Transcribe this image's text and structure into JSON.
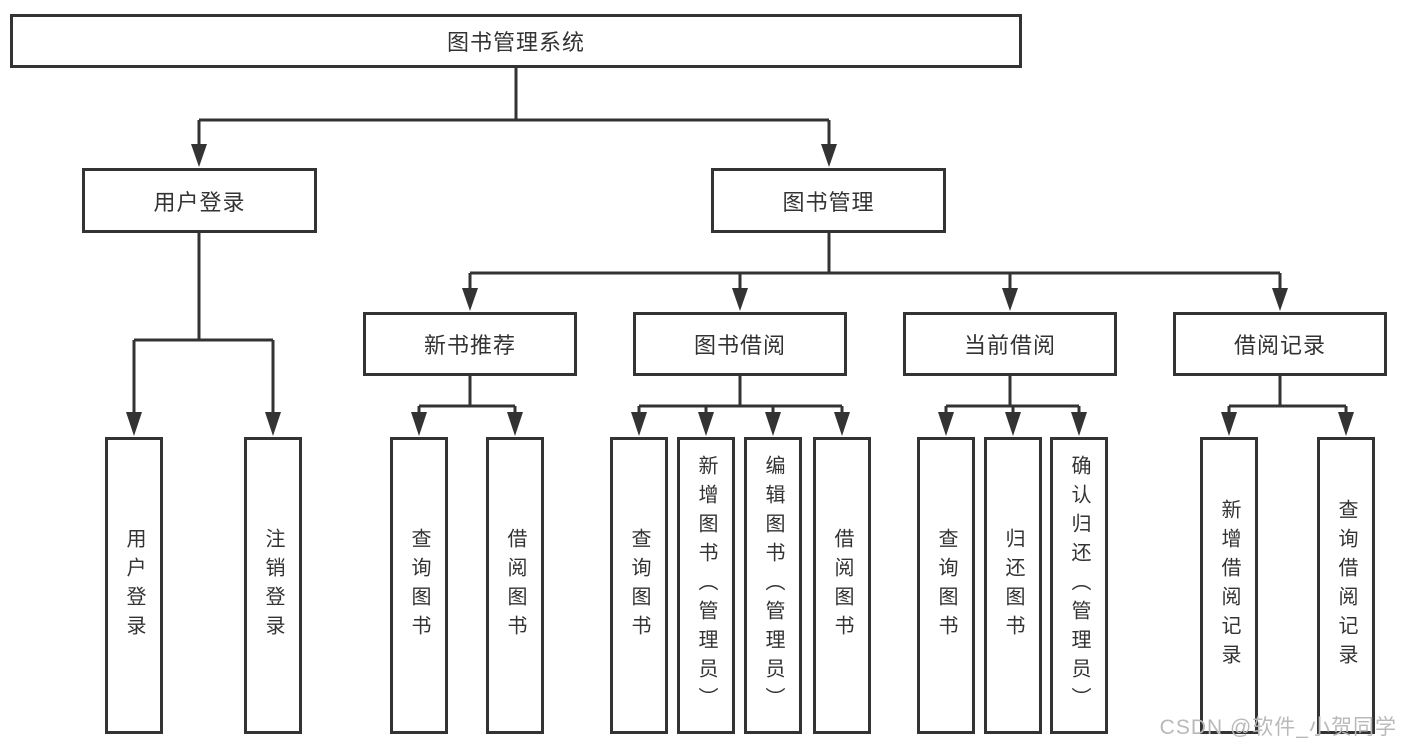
{
  "diagram": {
    "title": "图书管理系统",
    "branches": [
      {
        "label": "用户登录",
        "children": [
          "用户登录",
          "注销登录"
        ]
      },
      {
        "label": "图书管理",
        "sections": [
          {
            "label": "新书推荐",
            "children": [
              "查询图书",
              "借阅图书"
            ]
          },
          {
            "label": "图书借阅",
            "children": [
              "查询图书",
              "新增图书（管理员）",
              "编辑图书（管理员）",
              "借阅图书"
            ]
          },
          {
            "label": "当前借阅",
            "children": [
              "查询图书",
              "归还图书",
              "确认归还（管理员）"
            ]
          },
          {
            "label": "借阅记录",
            "children": [
              "新增借阅记录",
              "查询借阅记录"
            ]
          }
        ]
      }
    ]
  },
  "watermark": {
    "text": "CSDN @软件_小贺同学"
  },
  "colors": {
    "line": "#333333",
    "text": "#333333",
    "watermark": "#b9b9b9",
    "background": "#ffffff"
  }
}
